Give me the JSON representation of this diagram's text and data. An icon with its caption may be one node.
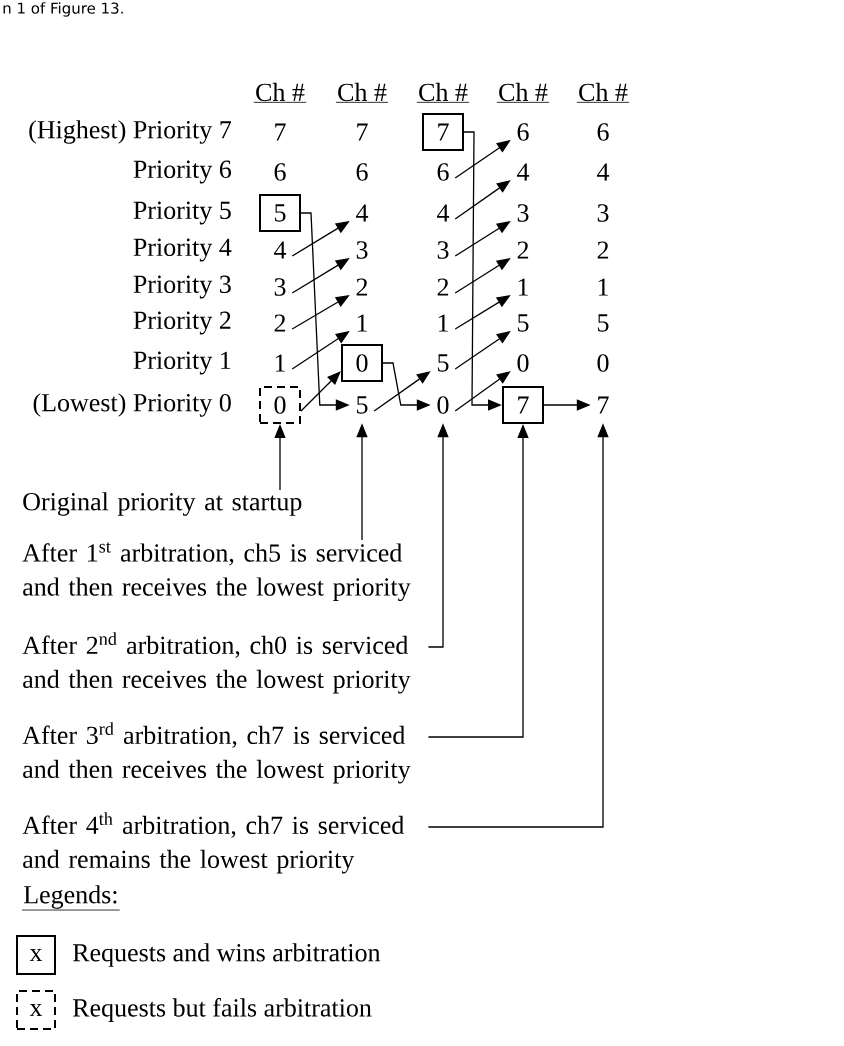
{
  "diagram": {
    "nodes": [
      {
        "text": [
          "7"
        ]
      },
      {
        "text": [
          "7"
        ]
      },
      {
        "text": [
          "7"
        ]
      },
      {
        "text": [
          "6"
        ]
      },
      {
        "text": [
          "6"
        ]
      },
      {
        "text": [
          "6"
        ]
      },
      {
        "text": [
          "6"
        ]
      },
      {
        "text": [
          "6"
        ]
      },
      {
        "text": [
          "4"
        ]
      },
      {
        "text": [
          "4"
        ]
      },
      {
        "text": [
          "5"
        ]
      },
      {
        "text": [
          "4"
        ]
      },
      {
        "text": [
          "4"
        ]
      },
      {
        "text": [
          "3"
        ]
      },
      {
        "text": [
          "3"
        ]
      },
      {
        "text": [
          "4"
        ]
      },
      {
        "text": [
          "3"
        ]
      },
      {
        "text": [
          "3"
        ]
      },
      {
        "text": [
          "2"
        ]
      },
      {
        "text": [
          "2"
        ]
      },
      {
        "text": [
          "3"
        ]
      },
      {
        "text": [
          "2"
        ]
      },
      {
        "text": [
          "2"
        ]
      },
      {
        "text": [
          "1"
        ]
      },
      {
        "text": [
          "1"
        ]
      },
      {
        "text": [
          "2"
        ]
      },
      {
        "text": [
          "1"
        ]
      },
      {
        "text": [
          "1"
        ]
      },
      {
        "text": [
          "5"
        ]
      },
      {
        "text": [
          "5"
        ]
      },
      {
        "text": [
          "1"
        ]
      },
      {
        "text": [
          "0"
        ]
      },
      {
        "text": [
          "5"
        ]
      },
      {
        "text": [
          "0"
        ]
      },
      {
        "text": [
          "0"
        ]
      },
      {
        "text": [
          "0"
        ]
      },
      {
        "text": [
          "5"
        ]
      },
      {
        "text": [
          "0"
        ]
      },
      {
        "text": [
          "7"
        ]
      },
      {
        "text": [
          "7"
        ]
      },
      {
        "text": [
          "Original priority at startup"
        ]
      },
      {
        "text": [
          "After 1$^{st}$ arbitration, ch5 is serviced and then receives the lowest priority"
        ]
      },
      {
        "text": [
          "After 2$^{nd}$ arbitration, ch0 is serviced and then receives the lowest priority"
        ]
      },
      {
        "text": [
          "After 3$^{rd}$ arbitration, ch7 is serviced and then receives the lowest priority"
        ]
      },
      {
        "text": [
          "After 4$^{th}$ arbitration, ch7 is serviced and remains the lowest priority"
        ]
      }
    ],
    "edges": [
      {
        "from": 15,
        "to": 11,
        "arrow": "to"
      },
      {
        "from": 20,
        "to": 16,
        "arrow": "to"
      },
      {
        "from": 25,
        "to": 21,
        "arrow": "to"
      },
      {
        "from": 30,
        "to": 26,
        "arrow": "to"
      },
      {
        "from": 35,
        "to": 31,
        "arrow": "to"
      },
      {
        "from": 10,
        "to": 36,
        "arrow": "to"
      },
      {
        "from": 31,
        "to": 37,
        "arrow": "to"
      },
      {
        "from": 36,
        "to": 32,
        "arrow": "to"
      },
      {
        "from": 2,
        "to": 38,
        "arrow": "to"
      },
      {
        "from": 7,
        "to": 3,
        "arrow": "to"
      },
      {
        "from": 12,
        "to": 8,
        "arrow": "to"
      },
      {
        "from": 17,
        "to": 13,
        "arrow": "to"
      },
      {
        "from": 22,
        "to": 18,
        "arrow": "to"
      },
      {
        "from": 27,
        "to": 23,
        "arrow": "to"
      },
      {
        "from": 32,
        "to": 28,
        "arrow": "to"
      },
      {
        "from": 37,
        "to": 33,
        "arrow": "to"
      },
      {
        "from": 38,
        "to": 39,
        "arrow": "to"
      },
      {
        "from": 40,
        "to": 35,
        "arrow": "to"
      },
      {
        "from": 41,
        "to": 36,
        "arrow": "to"
      },
      {
        "from": 42,
        "to": 37,
        "arrow": "to"
      },
      {
        "from": 43,
        "to": 38,
        "arrow": "to"
      },
      {
        "from": 44,
        "to": 39,
        "arrow": "to"
      }
    ],
    "labels": [
      "n 1 of Figure 13.",
      "Ch #",
      "Ch #",
      "Ch #",
      "Ch #",
      "Ch #",
      "(Highest) Priority 7",
      "Priority 6",
      "Priority 5",
      "Priority 4",
      "Priority 3",
      "Priority 2",
      "Priority 1",
      "(Lowest) Priority 0",
      "Legends:",
      "x",
      "x"
    ],
    "legend": [
      {
        "text": "Requests and wins arbitration"
      },
      {
        "text": "Requests but fails arbitration"
      }
    ]
  }
}
